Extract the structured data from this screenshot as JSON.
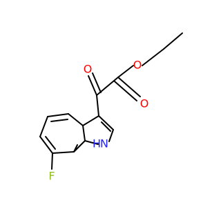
{
  "molecule": {
    "atoms": {
      "fluorine": "F",
      "nitrogen": "N",
      "hydrogen": "H",
      "oxygen_ester": "O",
      "oxygen_ester_carbonyl": "O",
      "oxygen_ketone": "O"
    },
    "colors": {
      "bond": "#000000",
      "fluorine": "#8fbf1f",
      "nitrogen": "#2323ff",
      "oxygen": "#ff0000"
    }
  }
}
